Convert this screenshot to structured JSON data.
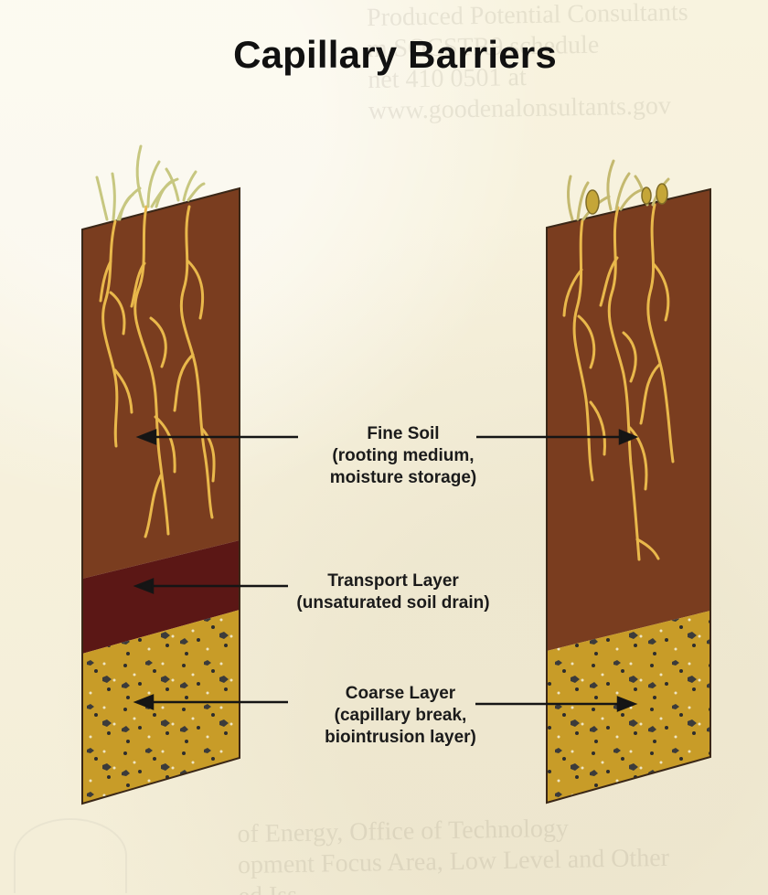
{
  "title": "Capillary Barriers",
  "labels": {
    "fine_soil": {
      "line1": "Fine Soil",
      "line2": "(rooting medium,",
      "line3": "moisture storage)"
    },
    "transport_layer": {
      "line1": "Transport Layer",
      "line2": "(unsaturated soil drain)"
    },
    "coarse_layer": {
      "line1": "Coarse Layer",
      "line2": "(capillary break,",
      "line3": "biointrusion layer)"
    }
  },
  "background_text": {
    "top_lines": [
      "Produced Potential Consultants",
      "m SOCSTR9 schedule",
      "net 410 0501 at",
      "www.goodenalonsultants.gov"
    ],
    "bottom_lines": [
      "of Energy, Office of Technology",
      "opment Focus Area, Low Level and Other",
      "ed Iss"
    ]
  },
  "colors": {
    "fine_soil": "#7a3d1f",
    "fine_soil_dark": "#6b3419",
    "transport_layer": "#5b1715",
    "coarse_layer": "#c89c28",
    "roots": "#e9b84b",
    "stones": "#3d3d3d",
    "arrow": "#151515"
  },
  "icons": {
    "left_grass": "grass-tuft-icon",
    "right_grass": "grass-tuft-icon"
  }
}
